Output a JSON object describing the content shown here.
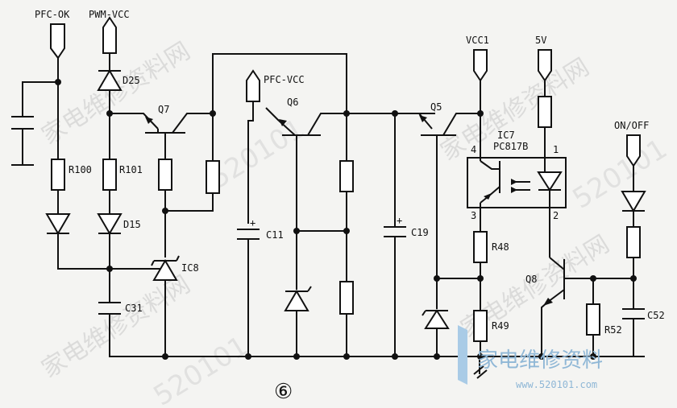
{
  "labels": {
    "pfc_ok": "PFC-OK",
    "pwm_vcc": "PWM-VCC",
    "pfc_vcc": "PFC-VCC",
    "vcc1": "VCC1",
    "v5": "5V",
    "on_off": "ON/OFF",
    "d25": "D25",
    "q7": "Q7",
    "q6": "Q6",
    "q5": "Q5",
    "ic7": "IC7",
    "pc817b": "PC817B",
    "pin4": "4",
    "pin1": "1",
    "pin3": "3",
    "pin2": "2",
    "r100": "R100",
    "r101": "R101",
    "d15": "D15",
    "ic8": "IC8",
    "c31": "C31",
    "c11": "C11",
    "c19": "C19",
    "r48": "R48",
    "r49": "R49",
    "q8": "Q8",
    "r52": "R52",
    "c52": "C52",
    "circled_number": "⑥"
  },
  "watermark": {
    "text_cn": "家电维修资料网",
    "text_num": "520101",
    "logo_cn": "家电维修资料",
    "logo_url": "www.520101.com"
  }
}
